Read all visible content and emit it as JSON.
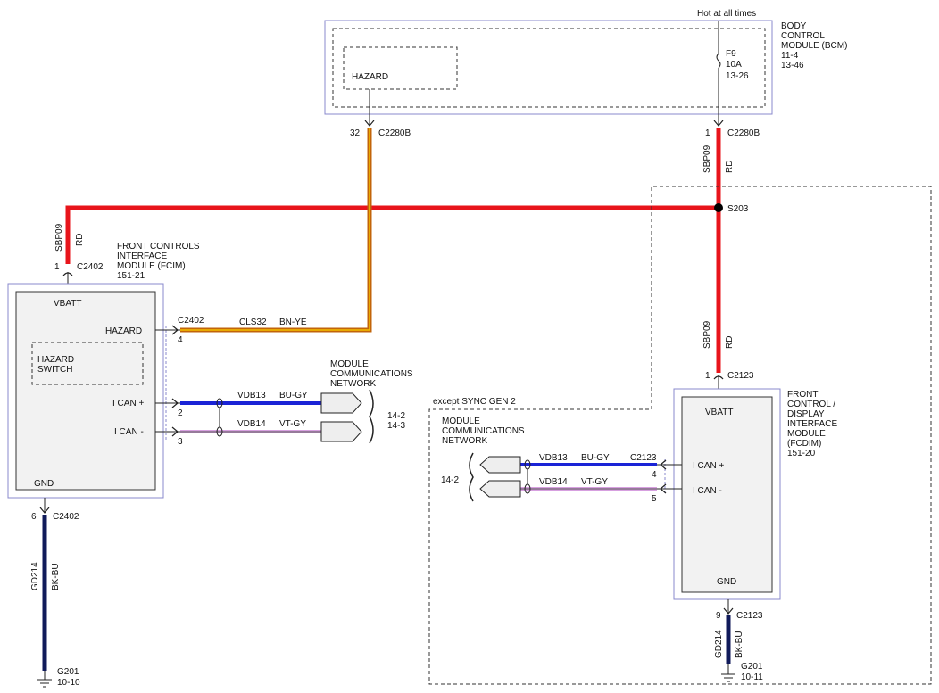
{
  "colors": {
    "red": "#e8141b",
    "orange_brown": "#c2640a",
    "orange_tracer": "#f4c000",
    "blue": "#1a23d6",
    "violet": "#d7a0e0",
    "navy": "#101a5a"
  },
  "bcm": {
    "hot_label": "Hot at all times",
    "title_lines": [
      "BODY",
      "CONTROL",
      "MODULE (BCM)",
      "11-4",
      "13-46"
    ],
    "hazard_label": "HAZARD",
    "fuse_lines": [
      "F9",
      "10A",
      "13-26"
    ],
    "pin_hazard": "32",
    "conn_hazard": "C2280B",
    "pin_power": "1",
    "conn_power": "C2280B"
  },
  "wires": {
    "bcm_out_circuit": "SBP09",
    "bcm_out_color": "RD",
    "splice": "S203",
    "fcim_feed_circuit": "SBP09",
    "fcim_feed_color": "RD",
    "fcdim_feed_circuit": "SBP09",
    "fcdim_feed_color": "RD",
    "hazard_circuit": "CLS32",
    "hazard_color": "BN-YE",
    "fcim_can_hi_circuit": "VDB13",
    "fcim_can_hi_color": "BU-GY",
    "fcim_can_lo_circuit": "VDB14",
    "fcim_can_lo_color": "VT-GY",
    "fcdim_can_hi_circuit": "VDB13",
    "fcdim_can_hi_color": "BU-GY",
    "fcdim_can_lo_circuit": "VDB14",
    "fcdim_can_lo_color": "VT-GY",
    "fcim_gnd_circuit": "GD214",
    "fcim_gnd_color": "BK-BU",
    "fcdim_gnd_circuit": "GD214",
    "fcdim_gnd_color": "BK-BU"
  },
  "fcim": {
    "title_lines": [
      "FRONT CONTROLS",
      "INTERFACE",
      "MODULE (FCIM)",
      "151-21"
    ],
    "vbatt": "VBATT",
    "hazard": "HAZARD",
    "switch_lines": [
      "HAZARD",
      "SWITCH"
    ],
    "ican_hi": "I CAN +",
    "ican_lo": "I CAN -",
    "gnd": "GND",
    "pin_vbatt": "1",
    "conn_vbatt": "C2402",
    "conn_hazard": "C2402",
    "pin_hazard": "4",
    "pin_can_hi": "2",
    "pin_can_lo": "3",
    "pin_gnd": "6",
    "conn_gnd": "C2402",
    "ground": "G201",
    "ground_page": "10-10",
    "network_lines": [
      "MODULE",
      "COMMUNICATIONS",
      "NETWORK"
    ],
    "network_refs": [
      "14-2",
      "14-3"
    ]
  },
  "fcdim": {
    "except_label": "except SYNC GEN 2",
    "title_lines": [
      "FRONT",
      "CONTROL /",
      "DISPLAY",
      "INTERFACE",
      "MODULE",
      "(FCDIM)",
      "151-20"
    ],
    "vbatt": "VBATT",
    "ican_hi": "I CAN +",
    "ican_lo": "I CAN -",
    "gnd": "GND",
    "pin_vbatt": "1",
    "conn_vbatt": "C2123",
    "conn_can": "C2123",
    "pin_can_hi": "4",
    "pin_can_lo": "5",
    "pin_gnd": "9",
    "conn_gnd": "C2123",
    "ground": "G201",
    "ground_page": "10-11",
    "network_lines": [
      "MODULE",
      "COMMUNICATIONS",
      "NETWORK"
    ],
    "network_ref": "14-2"
  }
}
